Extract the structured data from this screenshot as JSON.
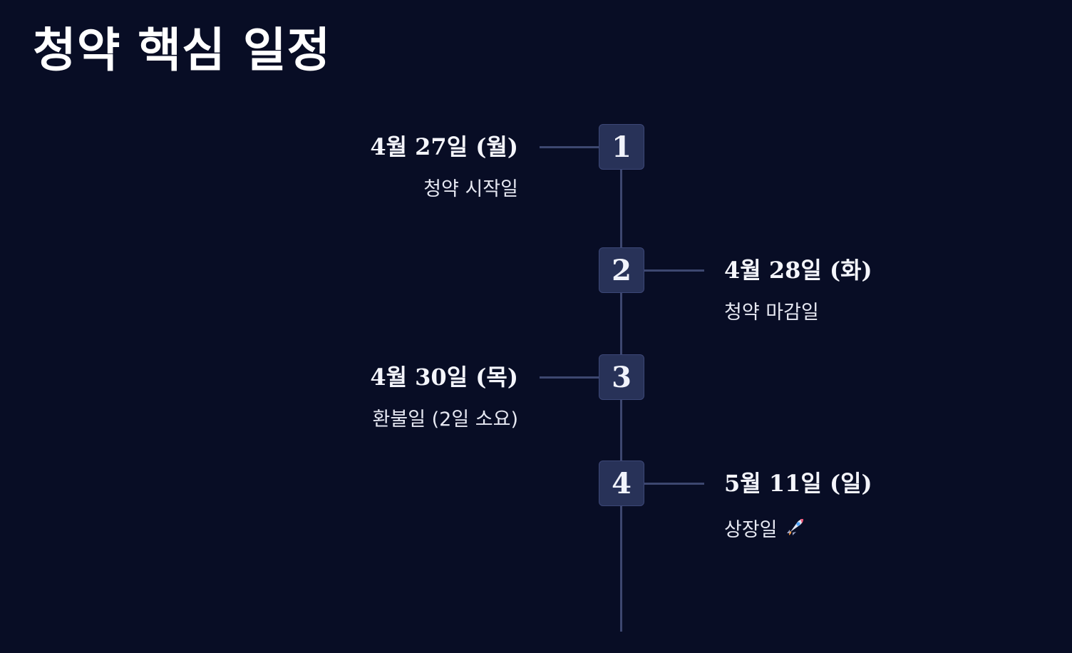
{
  "page": {
    "title": "청약 핵심 일정"
  },
  "colors": {
    "background": "#080d25",
    "marker_fill": "#283258",
    "line": "#3d4770",
    "text": "#ffffff"
  },
  "timeline": {
    "events": [
      {
        "step": "1",
        "date": "4월 27일 (월)",
        "description": "청약 시작일"
      },
      {
        "step": "2",
        "date": "4월 28일 (화)",
        "description": "청약 마감일"
      },
      {
        "step": "3",
        "date": "4월 30일 (목)",
        "description": "환불일 (2일 소요)"
      },
      {
        "step": "4",
        "date": "5월 11일 (일)",
        "description": "상장일",
        "icon": "rocket-icon"
      }
    ]
  }
}
